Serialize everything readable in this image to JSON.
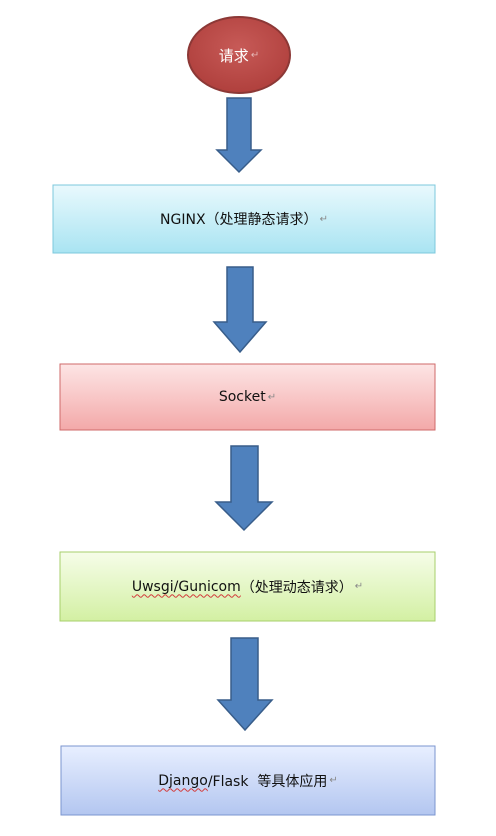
{
  "diagram": {
    "start": {
      "label": "请求"
    },
    "nodes": [
      {
        "id": "nginx",
        "label": "NGINX（处理静态请求）",
        "fill_top": "#e9f9fd",
        "fill_bottom": "#a9e4f2",
        "stroke": "#7cc8dc"
      },
      {
        "id": "socket",
        "label": "Socket",
        "fill_top": "#fde5e5",
        "fill_bottom": "#f3a9a9",
        "stroke": "#cf6a6a"
      },
      {
        "id": "uwsgi",
        "label_underlined": "Uwsgi/Gunicom",
        "label_rest": "（处理动态请求）",
        "fill_top": "#f6fde9",
        "fill_bottom": "#d3f0a3",
        "stroke": "#a7cf6b"
      },
      {
        "id": "django",
        "label_underlined": "Django",
        "label_rest": "/Flask  等具体应用",
        "fill_top": "#e8efff",
        "fill_bottom": "#b3c6f0",
        "stroke": "#7b95cf"
      }
    ],
    "paragraph_mark": "↵",
    "colors": {
      "ellipse_fill": "#c0504d",
      "ellipse_stroke": "#8c3836",
      "arrow_fill": "#4f81bd",
      "arrow_stroke": "#385d8a",
      "spellcheck_underline": "#d23a3a"
    }
  }
}
